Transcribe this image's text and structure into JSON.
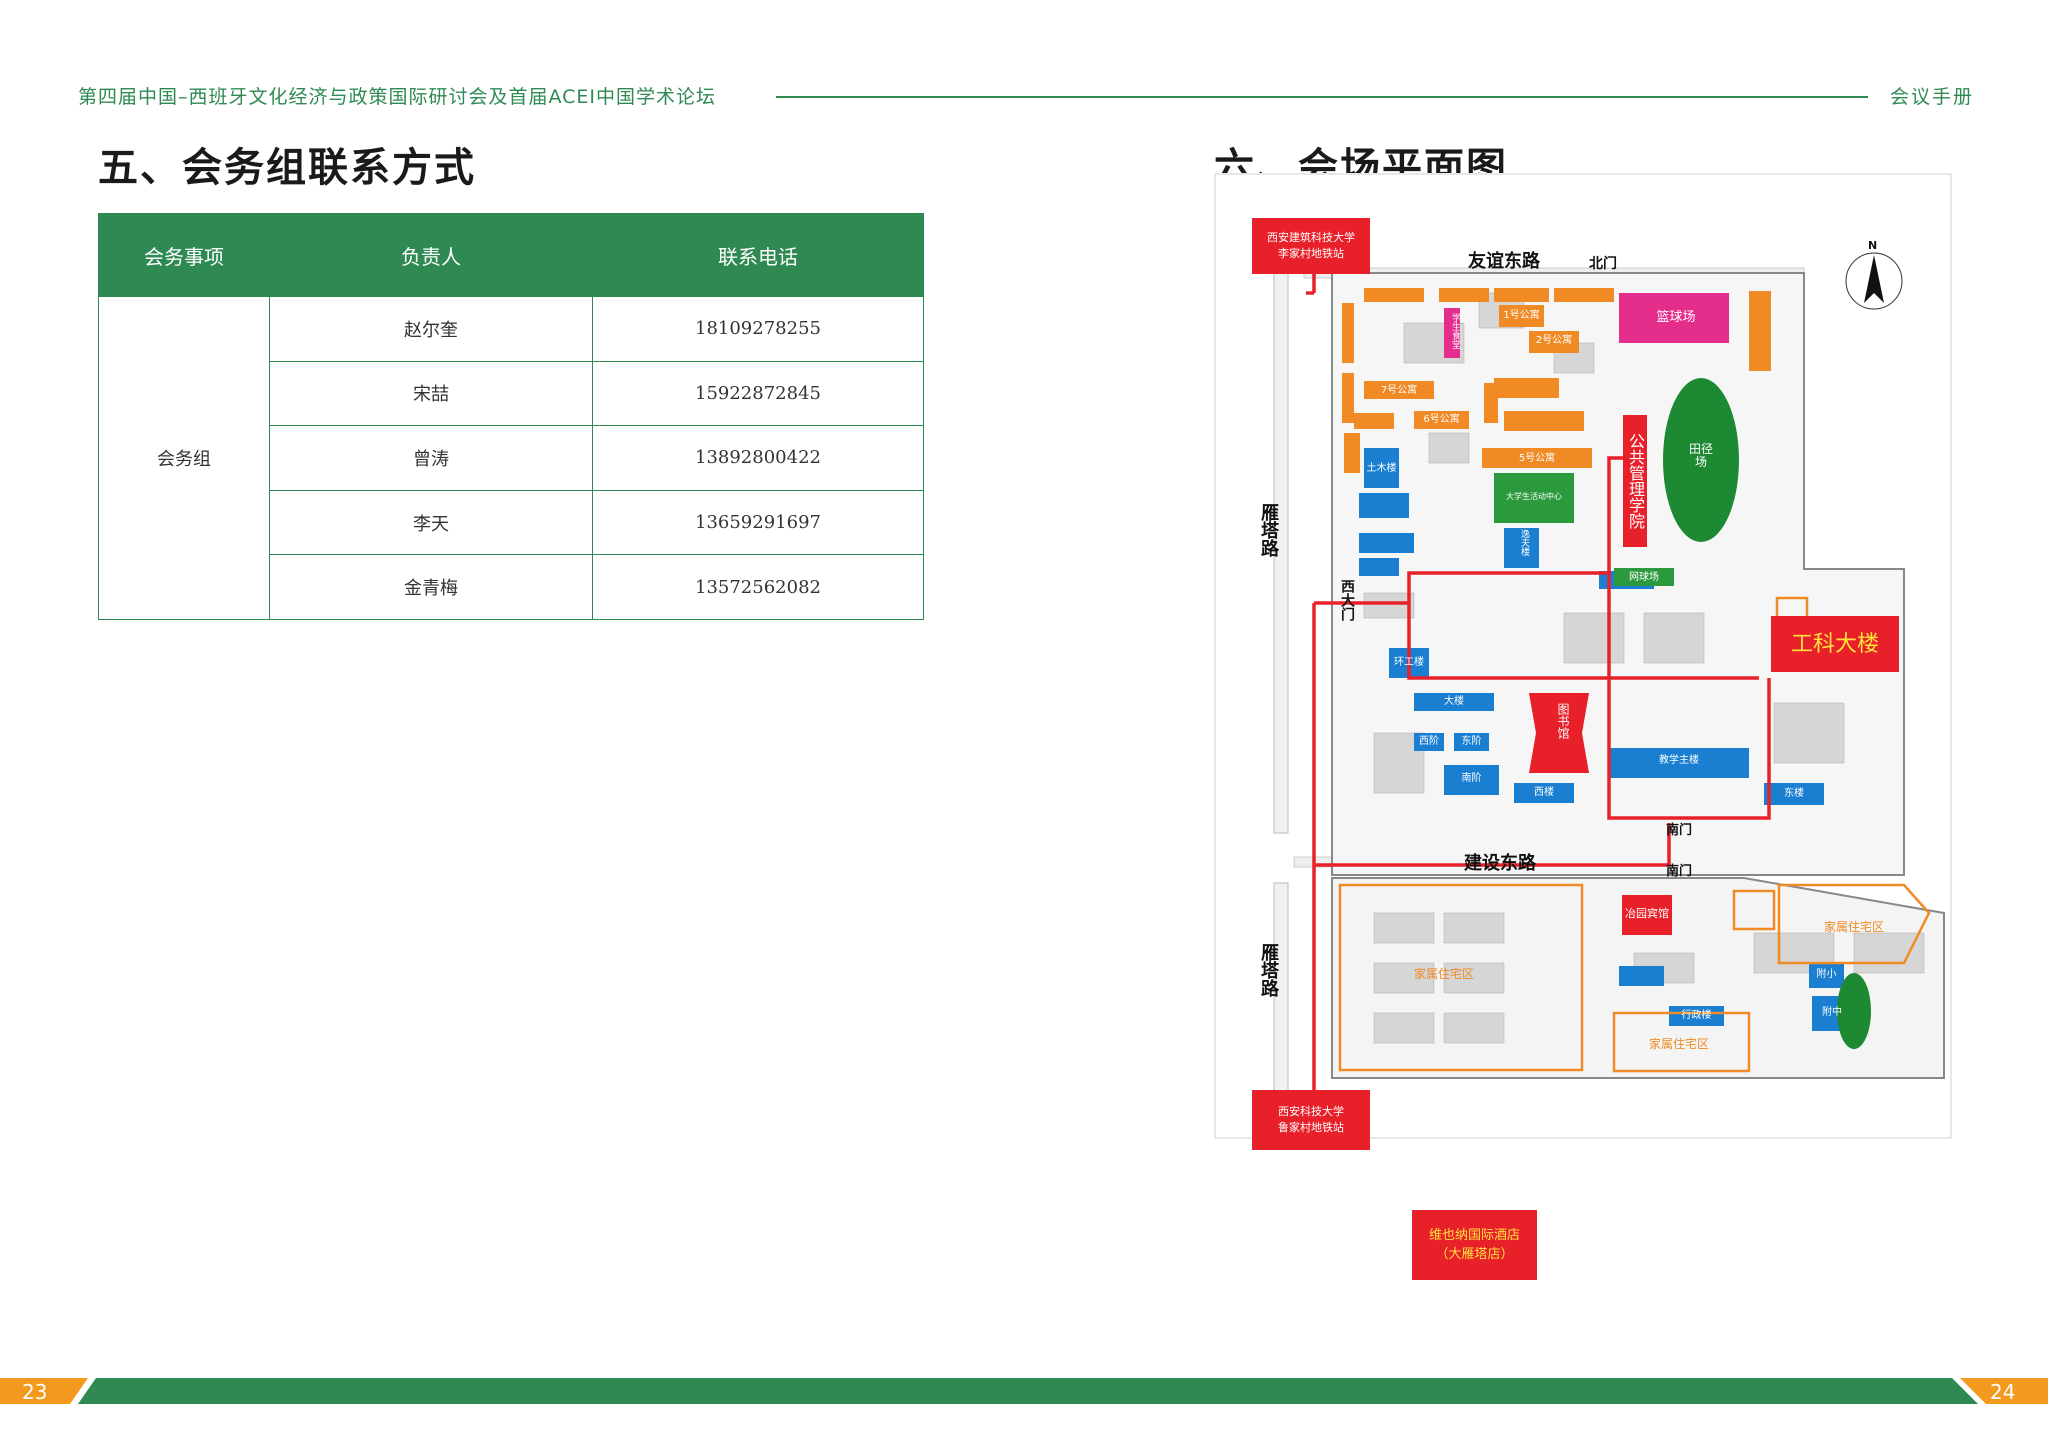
{
  "header": {
    "title": "第四届中国–西班牙文化经济与政策国际研讨会及首届ACEI中国学术论坛",
    "right": "会议手册"
  },
  "section_contacts": {
    "title": "五、会务组联系方式",
    "columns": [
      "会务事项",
      "负责人",
      "联系电话"
    ],
    "group": "会务组",
    "rows": [
      {
        "name": "赵尔奎",
        "phone": "18109278255"
      },
      {
        "name": "宋喆",
        "phone": "15922872845"
      },
      {
        "name": "曾涛",
        "phone": "13892800422"
      },
      {
        "name": "李天",
        "phone": "13659291697"
      },
      {
        "name": "金青梅",
        "phone": "13572562082"
      }
    ]
  },
  "section_map": {
    "title": "六、会场平面图",
    "roads": {
      "north": "友谊东路",
      "west_upper": "雁塔路",
      "west_lower": "雁塔路",
      "south": "建设东路"
    },
    "gates": {
      "north": "北门",
      "west": "西大门",
      "south_inner": "南门",
      "south_outer": "南门"
    },
    "callouts": {
      "metro_north": "西安建筑科技大学\n李家村地铁站",
      "metro_south": "西安科技大学\n鲁家村地铁站",
      "hotel": "维也纳国际酒店\n（大雁塔店）",
      "school": "公共管理学院",
      "venue": "工科大楼"
    },
    "buildings": {
      "basketball": "篮球场",
      "track": "田径场",
      "tennis": "网球场",
      "library": "图书馆",
      "main_teaching": "教学主楼",
      "student_center": "大学生活动中心",
      "civil": "土木楼",
      "dorm5": "5号公寓",
      "dorm7": "7号公寓",
      "dorm6": "6号公寓",
      "dorm2": "2号公寓",
      "dorm1": "1号公寓",
      "canteen": "学生食堂",
      "xilou": "西楼",
      "donglou": "东楼",
      "dalou": "大楼",
      "nanjie": "南阶",
      "xijie": "西阶",
      "dongjie": "东阶",
      "huangong": "环工楼",
      "yifu": "逸夫楼",
      "hotel_zhiyuan": "冶园宾馆",
      "residence1": "家属住宅区",
      "residence2": "家属住宅区",
      "residence3": "家属住宅区",
      "fuxiao": "附小",
      "fuzhong": "附中",
      "xingzheng": "行政楼",
      "north_arrow": "N"
    }
  },
  "footer": {
    "page_left": "23",
    "page_right": "24"
  },
  "colors": {
    "accent_green": "#2e8a52",
    "footer_orange": "#f39a1e",
    "map_red": "#e8202a",
    "map_orange": "#f08a24",
    "map_blue": "#1a7fd1",
    "map_pink": "#e52d8c"
  }
}
